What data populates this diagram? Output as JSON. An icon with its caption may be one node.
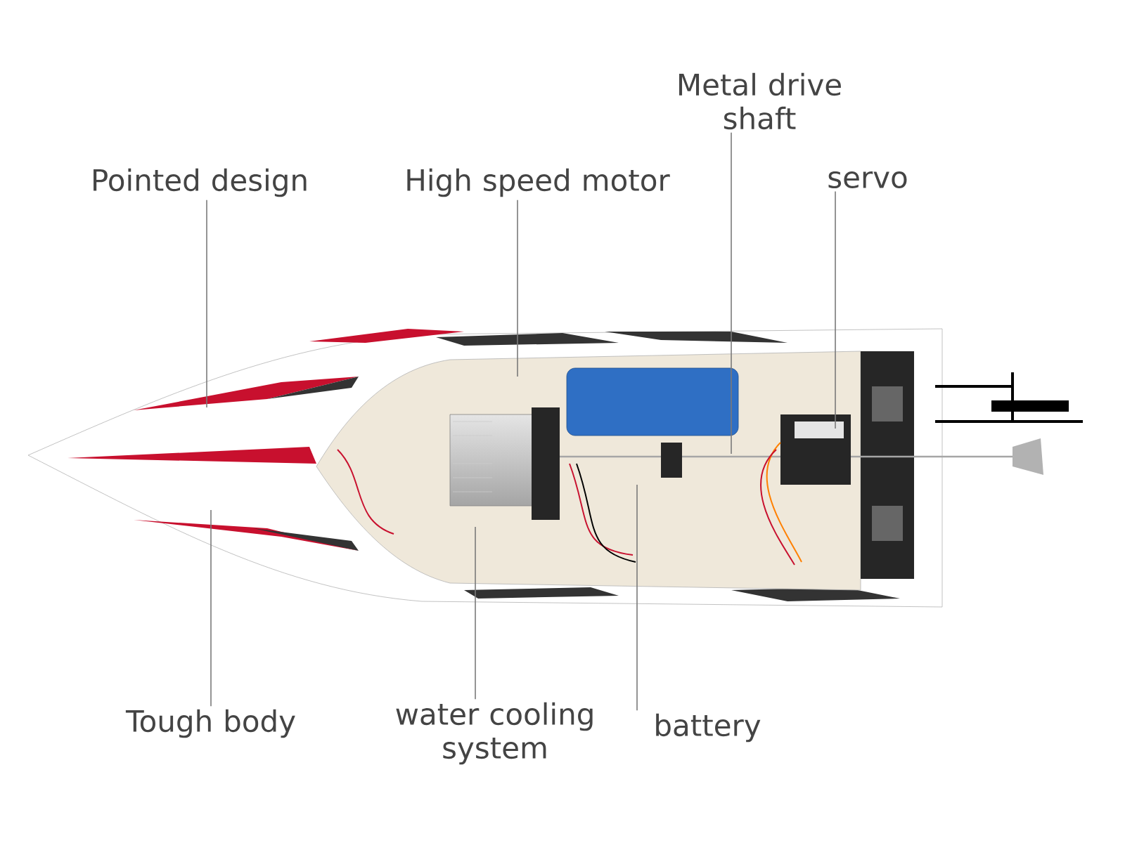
{
  "diagram": {
    "nodes": [
      {
        "text": [
          "Metal drive shaft"
        ]
      },
      {
        "text": [
          "Pointed design"
        ]
      },
      {
        "text": [
          "High speed motor"
        ]
      },
      {
        "text": [
          "servo"
        ]
      },
      {
        "text": [
          "Tough body"
        ]
      },
      {
        "text": [
          "water cooling system"
        ]
      },
      {
        "text": [
          "battery"
        ]
      }
    ],
    "edges": [
      {
        "from": 0,
        "to": null,
        "arrow": "none"
      },
      {
        "from": 1,
        "to": null,
        "arrow": "none"
      },
      {
        "from": 2,
        "to": null,
        "arrow": "none"
      },
      {
        "from": 3,
        "to": null,
        "arrow": "none"
      },
      {
        "from": 4,
        "to": null,
        "arrow": "none"
      },
      {
        "from": 5,
        "to": null,
        "arrow": "none"
      },
      {
        "from": 6,
        "to": null,
        "arrow": "none"
      }
    ]
  }
}
